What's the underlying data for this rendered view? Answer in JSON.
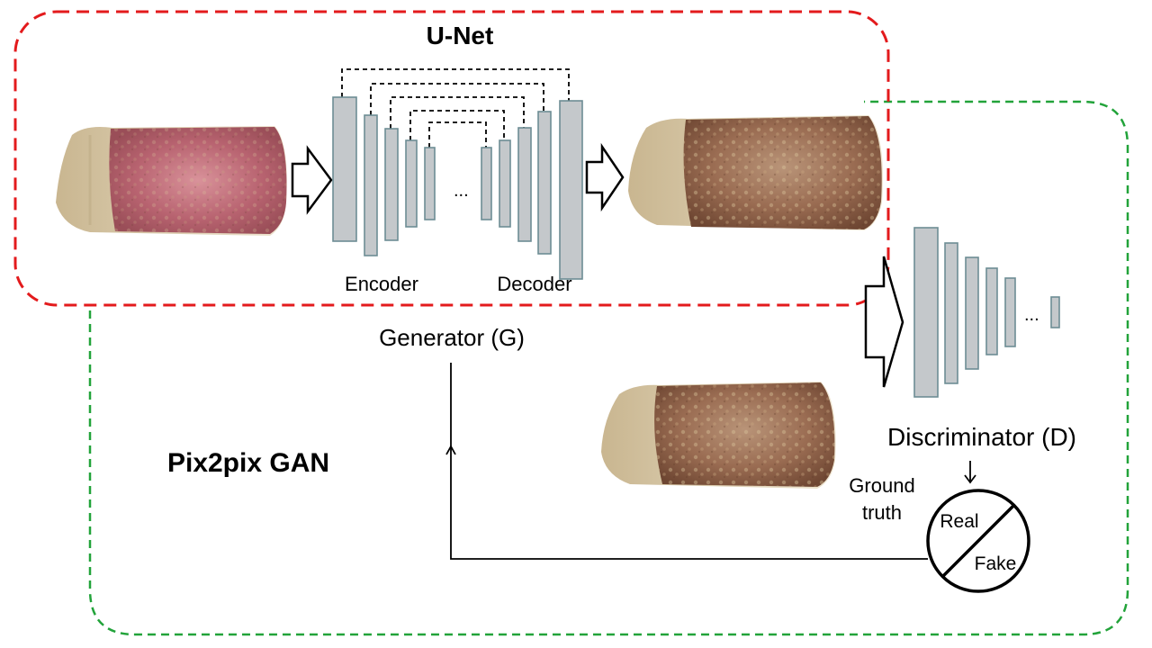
{
  "unet": {
    "title": "U-Net",
    "encoder_label": "Encoder",
    "decoder_label": "Decoder",
    "ellipsis": "..."
  },
  "generator": {
    "label": "Generator (G)"
  },
  "discriminator": {
    "label": "Discriminator (D)",
    "ellipsis": "..."
  },
  "gan": {
    "title": "Pix2pix GAN"
  },
  "ground_truth": {
    "line1": "Ground",
    "line2": "truth"
  },
  "decision": {
    "real": "Real",
    "fake": "Fake"
  },
  "colors": {
    "unet_border": "#e31a1c",
    "gan_border": "#22a33a",
    "layer_fill": "#c4c8cb",
    "layer_stroke": "#6d8d94",
    "meat_red": "#b25a63",
    "meat_brown": "#8a5a3c",
    "fat": "#e6dcc5"
  },
  "icons": [
    "meat-input-image",
    "meat-generated-image",
    "meat-ground-truth-image",
    "hollow-arrow",
    "real-fake-circle"
  ]
}
